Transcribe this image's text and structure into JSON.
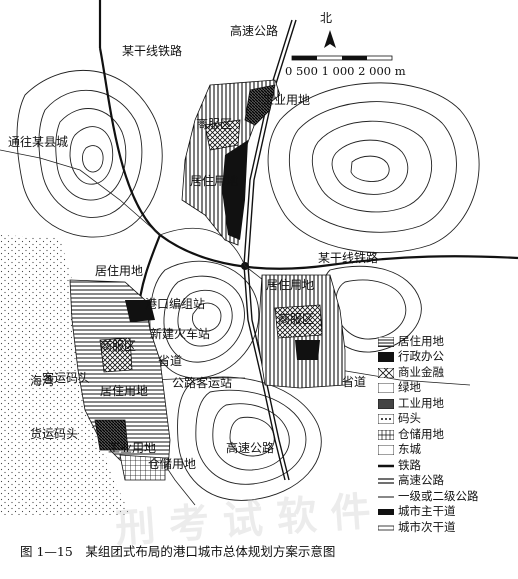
{
  "map": {
    "labels": {
      "highway_top": "高速公路",
      "railway_top": "某干线铁路",
      "railway_right": "某干线铁路",
      "to_county": "通往某县城",
      "industrial_top": "工业用地",
      "commercial_top": "商服区",
      "residential_mid": "居住用地",
      "residential_left": "居住用地",
      "port_yard": "港口编组站",
      "new_station": "新建火车站",
      "commercial_left": "商服区",
      "sea": "海湾",
      "passenger_wharf": "客运码头",
      "residential_left2": "居住用地",
      "freight_wharf": "货运码头",
      "industrial_left": "工业用地",
      "storage_left": "仓储用地",
      "highway_bottom": "高速公路",
      "road_sheng": "省道",
      "road_sheng2": "省道",
      "bus_station": "公路客运站",
      "residential_right": "居住用地",
      "commercial_right": "商服区"
    },
    "north_label": "北",
    "scale_label": "0 500 1 000 2 000 m",
    "watermark": "刑 考 试 软 件"
  },
  "legend": {
    "items": [
      {
        "label": "居住用地",
        "icon": "hatch-horizontal-swatch"
      },
      {
        "label": "行政办公",
        "icon": "solid-black-swatch"
      },
      {
        "label": "商业金融",
        "icon": "crosshatch-swatch"
      },
      {
        "label": "绿地",
        "icon": "empty-swatch"
      },
      {
        "label": "工业用地",
        "icon": "dense-hatch-swatch"
      },
      {
        "label": "码头",
        "icon": "dotted-swatch"
      },
      {
        "label": "仓储用地",
        "icon": "grid-swatch"
      },
      {
        "label": "东城",
        "icon": "empty-swatch"
      },
      {
        "label": "铁路",
        "icon": "rail-line-swatch"
      },
      {
        "label": "高速公路",
        "icon": "double-line-swatch"
      },
      {
        "label": "一级或二级公路",
        "icon": "single-line-swatch"
      },
      {
        "label": "城市主干道",
        "icon": "thick-line-swatch"
      },
      {
        "label": "城市次干道",
        "icon": "thin-line-swatch"
      }
    ]
  },
  "caption": "图 1—15　某组团式布局的港口城市总体规划方案示意图"
}
